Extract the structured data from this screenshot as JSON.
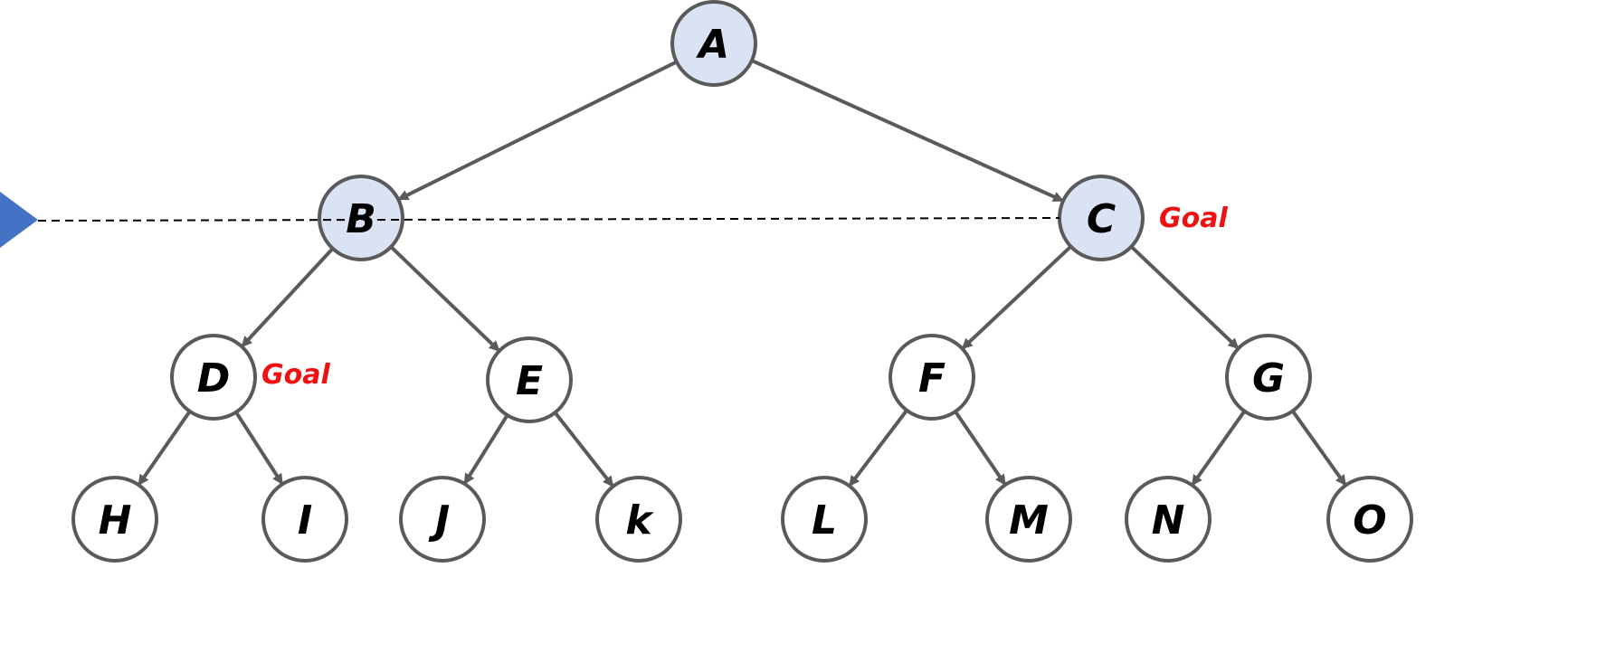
{
  "diagram": {
    "colors": {
      "edge": "#5a5a5a",
      "node_border": "#5a5a5a",
      "node_fill": "#ffffff",
      "visited_fill": "#d9e3f3",
      "goal_text": "#ee1111",
      "marker": "#4472c4",
      "level_line": "#000000"
    },
    "nodes": [
      {
        "id": "A",
        "label": "A",
        "visited": true
      },
      {
        "id": "B",
        "label": "B",
        "visited": true
      },
      {
        "id": "C",
        "label": "C",
        "visited": true
      },
      {
        "id": "D",
        "label": "D",
        "visited": false
      },
      {
        "id": "E",
        "label": "E",
        "visited": false
      },
      {
        "id": "F",
        "label": "F",
        "visited": false
      },
      {
        "id": "G",
        "label": "G",
        "visited": false
      },
      {
        "id": "H",
        "label": "H",
        "visited": false
      },
      {
        "id": "I",
        "label": "I",
        "visited": false
      },
      {
        "id": "J",
        "label": "J",
        "visited": false
      },
      {
        "id": "K",
        "label": "k",
        "visited": false
      },
      {
        "id": "L",
        "label": "L",
        "visited": false
      },
      {
        "id": "M",
        "label": "M",
        "visited": false
      },
      {
        "id": "N",
        "label": "N",
        "visited": false
      },
      {
        "id": "O",
        "label": "O",
        "visited": false
      }
    ],
    "edges": [
      {
        "from": "A",
        "to": "B"
      },
      {
        "from": "A",
        "to": "C"
      },
      {
        "from": "B",
        "to": "D"
      },
      {
        "from": "B",
        "to": "E"
      },
      {
        "from": "C",
        "to": "F"
      },
      {
        "from": "C",
        "to": "G"
      },
      {
        "from": "D",
        "to": "H"
      },
      {
        "from": "D",
        "to": "I"
      },
      {
        "from": "E",
        "to": "J"
      },
      {
        "from": "E",
        "to": "K"
      },
      {
        "from": "F",
        "to": "L"
      },
      {
        "from": "F",
        "to": "M"
      },
      {
        "from": "G",
        "to": "N"
      },
      {
        "from": "G",
        "to": "O"
      }
    ],
    "goal_labels": [
      {
        "node": "C",
        "text": "Goal"
      },
      {
        "node": "D",
        "text": "Goal"
      }
    ]
  }
}
